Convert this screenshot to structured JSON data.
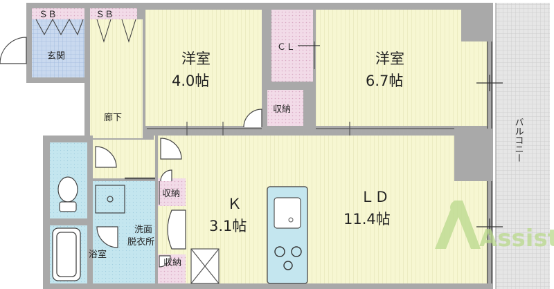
{
  "colors": {
    "wall": "#a9a9a9",
    "floor": "#f7f7d2",
    "floor_lines": "#e4e4b4",
    "wet": "#c4e6ef",
    "genkan": "#c9d9ef",
    "storage": "#f2dbe8",
    "balcony": "#e3e3e3",
    "logo": "#b9d98c"
  },
  "rooms": {
    "sb_left": "ＳＢ",
    "sb_right": "ＳＢ",
    "genkan": "玄関",
    "western_small": {
      "name": "洋室",
      "size": "4.0帖"
    },
    "western_large": {
      "name": "洋室",
      "size": "6.7帖"
    },
    "closet": "ＣＬ",
    "storage_upper": "収納",
    "corridor": "廊下",
    "storage_mid": "収納",
    "kitchen": {
      "name": "Ｋ",
      "size": "3.1帖"
    },
    "living_dining": {
      "name": "ＬＤ",
      "size": "11.4帖"
    },
    "washroom_line1": "洗面",
    "washroom_line2": "脱衣所",
    "bath": "浴室",
    "storage_lower": "収納",
    "balcony": "バルコニー"
  },
  "watermark": "Assist"
}
